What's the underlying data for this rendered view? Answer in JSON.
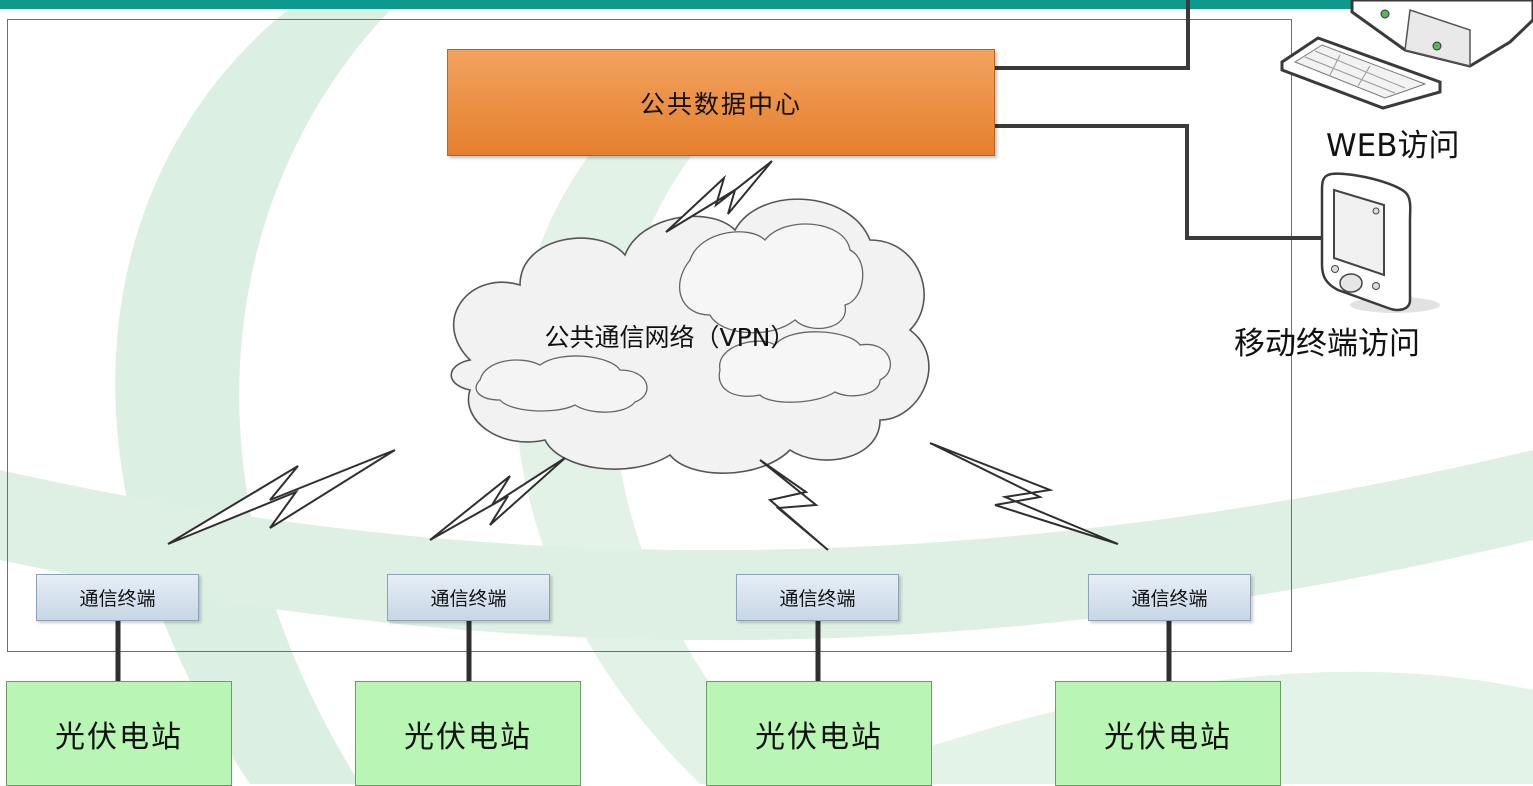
{
  "center": {
    "label": "公共数据中心"
  },
  "network": {
    "label": "公共通信网络（VPN）"
  },
  "access": {
    "web_label": "WEB访问",
    "mobile_label": "移动终端访问"
  },
  "sites": [
    {
      "terminal": "通信终端",
      "station": "光伏电站"
    },
    {
      "terminal": "通信终端",
      "station": "光伏电站"
    },
    {
      "terminal": "通信终端",
      "station": "光伏电站"
    },
    {
      "terminal": "通信终端",
      "station": "光伏电站"
    }
  ],
  "colors": {
    "topbar": "#0d9a8e",
    "center_box": "#e8893a",
    "terminal_box": "#d7e2ee",
    "station_box": "#b9f6b4",
    "background_arcs": "#dcefe3"
  },
  "icons": {
    "computer": "desktop-computer-icon",
    "mobile": "pda-device-icon",
    "cloud": "cloud-icon",
    "wireless": "lightning-link-icon"
  }
}
